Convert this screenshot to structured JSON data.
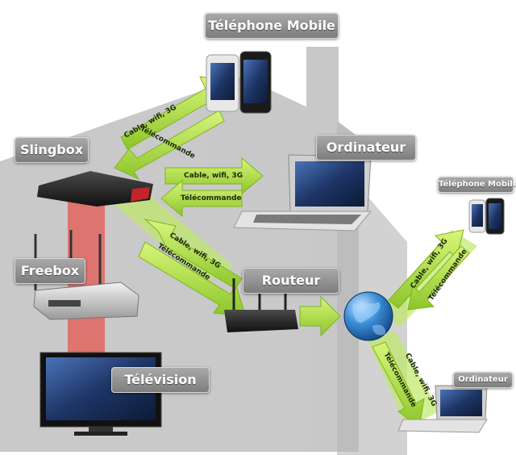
{
  "nodes": {
    "telephone_mobile": "Téléphone Mobile",
    "slingbox": "Slingbox",
    "ordinateur": "Ordinateur",
    "freebox": "Freebox",
    "routeur": "Routeur",
    "television": "Télévision",
    "telephone_mobile_remote": "Téléphone Mobile",
    "ordinateur_remote": "Ordinateur"
  },
  "connections": {
    "cable_wifi_3g": "Cable, wifi, 3G",
    "telecommande": "Télécommande"
  },
  "colors": {
    "house": "#c4c4c4",
    "arrow": "#aee03a",
    "arrow_dark": "#7fb51e",
    "signal_beam": "#e0655f",
    "label_bg": "#8f8f8f",
    "globe": "#2f7fc9"
  }
}
